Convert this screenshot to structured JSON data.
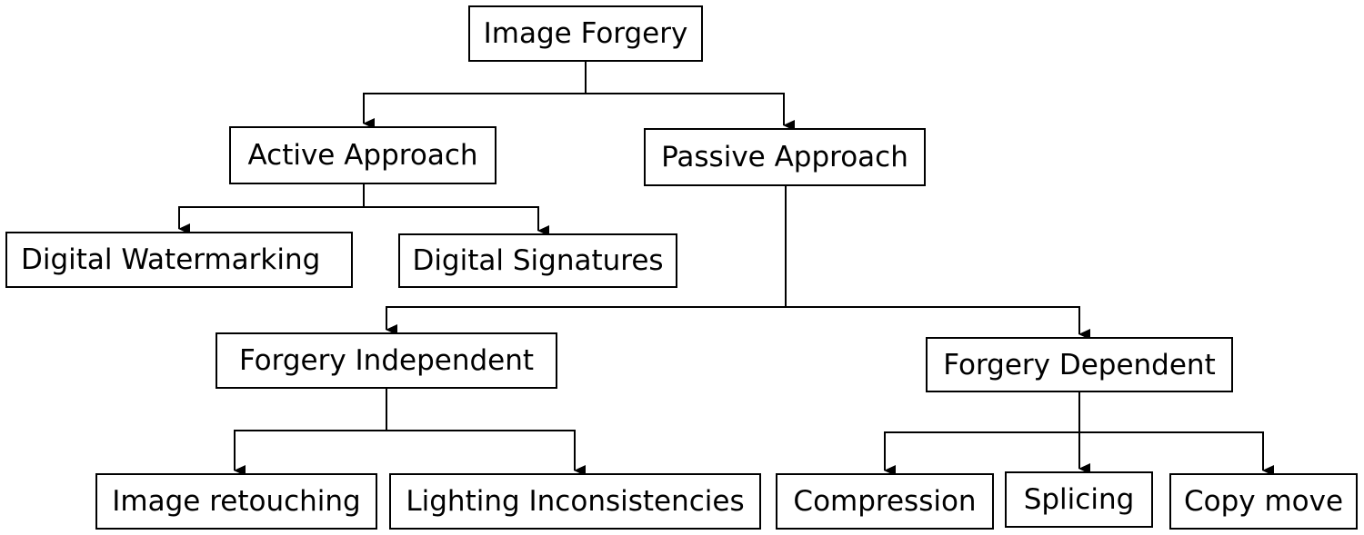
{
  "nodes": {
    "root": "Image Forgery",
    "active": "Active Approach",
    "passive": "Passive Approach",
    "watermarking": "Digital Watermarking",
    "signatures": "Digital Signatures",
    "independent": "Forgery Independent",
    "dependent": "Forgery Dependent",
    "retouching": "Image retouching",
    "lighting": "Lighting Inconsistencies",
    "compression": "Compression",
    "splicing": "Splicing",
    "copy_move": "Copy move"
  }
}
